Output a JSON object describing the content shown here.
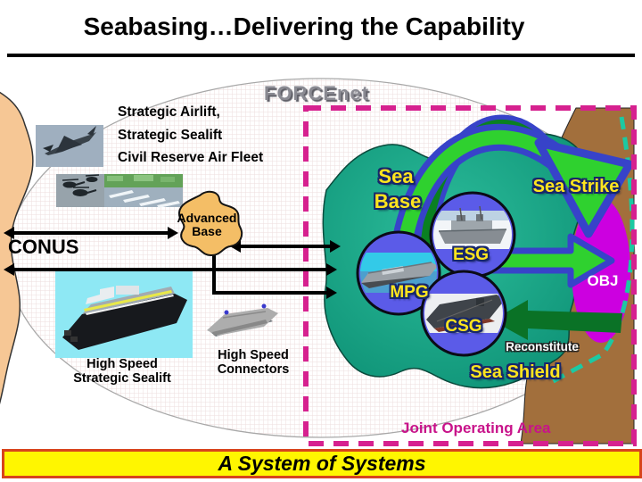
{
  "slide": {
    "title": "Seabasing…Delivering the Capability",
    "footer": "A System of Systems"
  },
  "network_overlay": {
    "label": "FORCEnet"
  },
  "conus_region": {
    "label": "CONUS",
    "capabilities": [
      "Strategic Airlift,",
      "Strategic Sealift",
      "Civil Reserve Air Fleet"
    ],
    "high_speed_strategic_sealift": [
      "High Speed",
      "Strategic Sealift"
    ],
    "high_speed_connectors": [
      "High Speed",
      "Connectors"
    ]
  },
  "advanced_base": {
    "label": [
      "Advanced",
      "Base"
    ]
  },
  "sea_base": {
    "label": [
      "Sea",
      "Base"
    ],
    "groups": [
      {
        "label": "ESG"
      },
      {
        "label": "MPG"
      },
      {
        "label": "CSG"
      }
    ]
  },
  "objective_area": {
    "sea_strike": "Sea Strike",
    "sea_shield": "Sea Shield",
    "objective": "OBJ",
    "reconstitute": "Reconstitute",
    "boundary_label": "Joint Operating Area"
  },
  "colors": {
    "joa_border": "#D6218F",
    "sea_base_fill": "#14A183",
    "land_brown": "#A26F3C",
    "conus_land_tan": "#F6C795",
    "advanced_base_fill": "#F4BE66",
    "objective_fill": "#CC00E0",
    "arrow_green": "#2FD12F",
    "arrow_blue_border": "#3743C9",
    "reconstitute_green": "#0A7226",
    "group_circle_fill": "#5B5BE8",
    "label_yellow": "#FFE51E",
    "footer_yellow": "#FFF600",
    "footer_border": "#D8441C"
  },
  "images": {
    "strategic_airlift_photo": "cargo-aircraft",
    "airlift_port_photo": "helicopters-and-port",
    "sealift_ship_photo": "roro-cargo-ship",
    "hsv_photo": "high-speed-catamaran",
    "esg_photo": "amphibious-assault-ship",
    "mpg_photo": "maritime-prepositioning-ship",
    "csg_photo": "aircraft-carrier"
  }
}
